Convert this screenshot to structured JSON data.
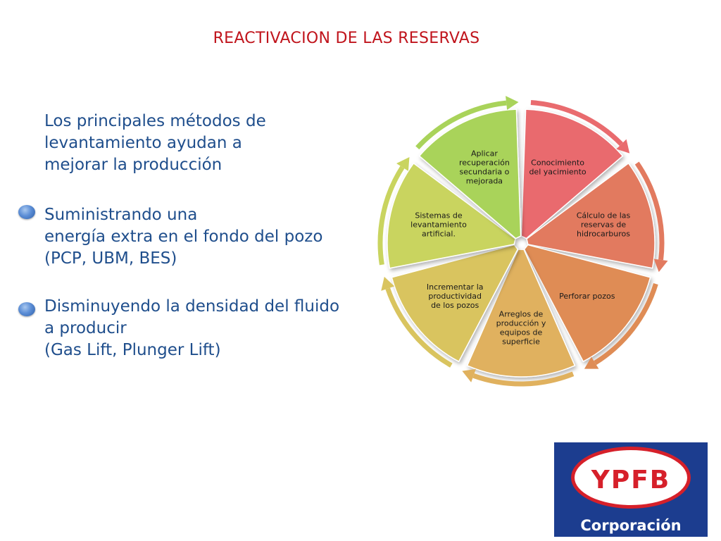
{
  "slide": {
    "title": "REACTIVACION DE LAS RESERVAS",
    "intro_lines": [
      "Los principales métodos de",
      "levantamiento ayudan a",
      "mejorar la producción"
    ],
    "bullets": [
      {
        "lines": [
          "Suministrando una",
          "energía extra en el fondo del pozo",
          "(PCP, UBM, BES)"
        ]
      },
      {
        "lines": [
          "Disminuyendo la densidad del fluido",
          "a producir",
          "(Gas Lift, Plunger Lift)"
        ]
      }
    ]
  },
  "cycle": {
    "segments": [
      {
        "lines": [
          "Conocimiento",
          "del yacimiento"
        ],
        "color": "#e96b6e"
      },
      {
        "lines": [
          "Cálculo de las",
          "reservas de",
          "hidrocarburos"
        ],
        "color": "#e27a5f"
      },
      {
        "lines": [
          "Perforar pozos"
        ],
        "color": "#df8c55"
      },
      {
        "lines": [
          "Arreglos de",
          "producción y",
          "equipos de",
          "superficie"
        ],
        "color": "#e0b15e"
      },
      {
        "lines": [
          "Incrementar la",
          "productividad",
          "de los pozos"
        ],
        "color": "#d9c45f"
      },
      {
        "lines": [
          "Sistemas de",
          "levantamiento",
          "artificial."
        ],
        "color": "#c9d45f"
      },
      {
        "lines": [
          "Aplicar",
          "recuperación",
          "secundaria o",
          "mejorada"
        ],
        "color": "#a9d35a"
      }
    ]
  },
  "logo": {
    "letters": "YPFB",
    "text": "Corporación"
  }
}
